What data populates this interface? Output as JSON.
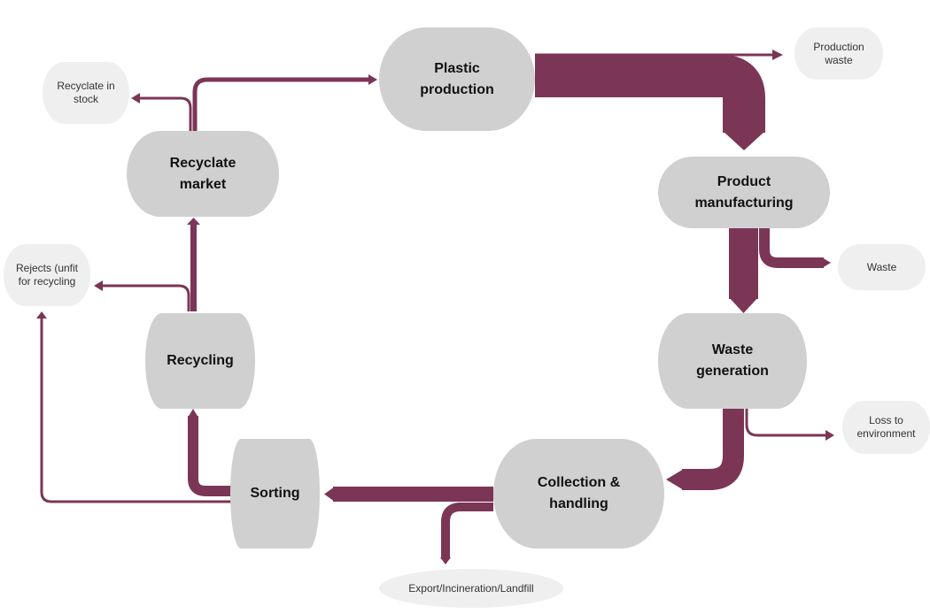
{
  "colors": {
    "flow": "#7b3656",
    "main_node": "#d0d0d0",
    "output_node": "#efefef",
    "main_text": "#111111",
    "output_text": "#333333"
  },
  "nodes": {
    "plastic_production": "Plastic production",
    "product_manufacturing": "Product manufacturing",
    "waste_generation": "Waste generation",
    "collection_handling": "Collection & handling",
    "sorting": "Sorting",
    "recycling": "Recycling",
    "recyclate_market": "Recyclate market"
  },
  "outputs": {
    "production_waste": "Production waste",
    "waste": "Waste",
    "loss_to_environment": "Loss to environment",
    "export_incineration_landfill": "Export/Incineration/Landfill",
    "rejects": "Rejects (unfit for recycling",
    "recyclate_in_stock": "Recyclate in stock"
  },
  "flows": [
    {
      "from": "Plastic production",
      "to": "Product manufacturing",
      "magnitude": "large"
    },
    {
      "from": "Plastic production",
      "to": "Production waste",
      "magnitude": "small"
    },
    {
      "from": "Product manufacturing",
      "to": "Waste generation",
      "magnitude": "large"
    },
    {
      "from": "Product manufacturing",
      "to": "Waste",
      "magnitude": "medium"
    },
    {
      "from": "Waste generation",
      "to": "Collection & handling",
      "magnitude": "large"
    },
    {
      "from": "Waste generation",
      "to": "Loss to environment",
      "magnitude": "small"
    },
    {
      "from": "Collection & handling",
      "to": "Sorting",
      "magnitude": "large"
    },
    {
      "from": "Collection & handling",
      "to": "Export/Incineration/Landfill",
      "magnitude": "medium"
    },
    {
      "from": "Sorting",
      "to": "Recycling",
      "magnitude": "medium"
    },
    {
      "from": "Sorting",
      "to": "Rejects (unfit for recycling",
      "magnitude": "small"
    },
    {
      "from": "Recycling",
      "to": "Recyclate market",
      "magnitude": "medium"
    },
    {
      "from": "Recycling",
      "to": "Rejects (unfit for recycling",
      "magnitude": "small"
    },
    {
      "from": "Recyclate market",
      "to": "Plastic production",
      "magnitude": "small"
    },
    {
      "from": "Recyclate market",
      "to": "Recyclate in stock",
      "magnitude": "small"
    }
  ]
}
